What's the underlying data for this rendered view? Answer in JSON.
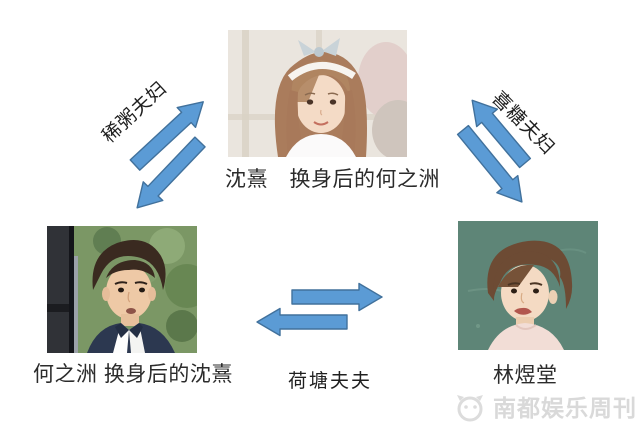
{
  "canvas": {
    "background": "#ffffff"
  },
  "diagram": {
    "arrow_fill": "#5b9bd5",
    "arrow_stroke": "#41719c",
    "nodes": [
      {
        "caption": "沈熹　换身后的何之洲",
        "photo": "young-woman-with-headband"
      },
      {
        "caption": "何之洲 换身后的沈熹",
        "photo": "man-in-dark-suit"
      },
      {
        "caption": "林煜堂",
        "photo": "young-man-in-pink-shirt"
      }
    ],
    "edges": [
      {
        "label": "稀粥夫妇",
        "position": "top-left-diagonal"
      },
      {
        "label": "喜糖夫妇",
        "position": "top-right-diagonal"
      },
      {
        "label": "荷塘夫夫",
        "position": "bottom-horizontal"
      }
    ]
  },
  "watermark": {
    "text": "南都娱乐周刊"
  }
}
